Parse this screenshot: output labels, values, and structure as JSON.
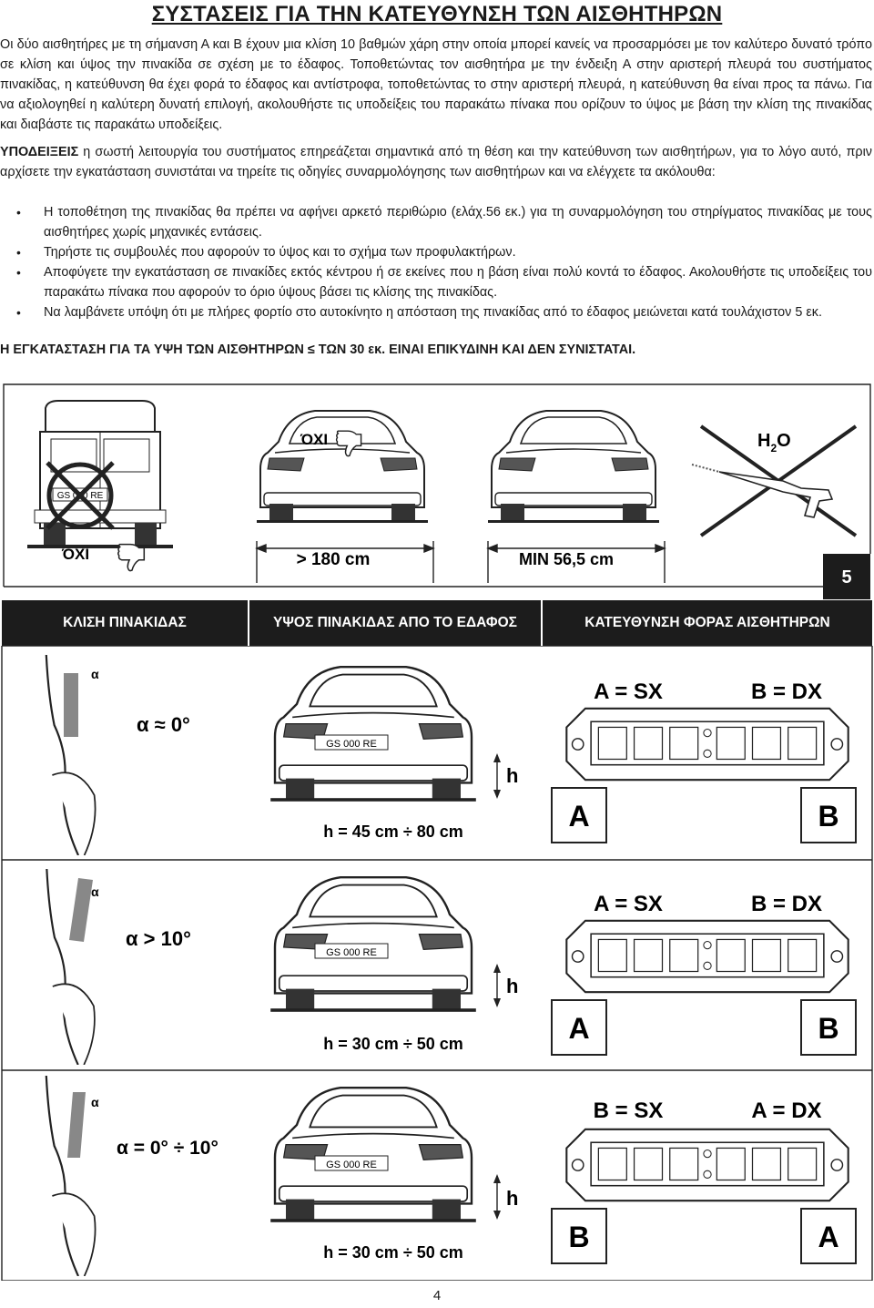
{
  "title": "ΣΥΣΤΑΣΕΙΣ ΓΙΑ ΤΗΝ ΚΑΤΕΥΘΥΝΣΗ ΤΩΝ ΑΙΣΘΗΤΗΡΩΝ",
  "intro": "Οι δύο αισθητήρες με τη σήμανση Α και Β έχουν μια κλίση 10 βαθμών χάρη στην οποία μπορεί κανείς να προσαρμόσει με τον καλύτερο δυνατό τρόπο σε κλίση και ύψος την πινακίδα σε σχέση με το έδαφος. Τοποθετώντας τον αισθητήρα με την ένδειξη Α στην αριστερή πλευρά του συστήματος πινακίδας, η κατεύθυνση θα έχει φορά το έδαφος και αντίστροφα, τοποθετώντας το στην αριστερή πλευρά, η κατεύθυνση θα είναι προς τα πάνω. Για να αξιολογηθεί η καλύτερη δυνατή επιλογή, ακολουθήστε τις υποδείξεις του παρακάτω πίνακα που ορίζουν το ύψος με βάση την κλίση της πινακίδας και διαβάστε τις παρακάτω υποδείξεις.",
  "hints_label": "ΥΠΟΔΕΙΞΕΙΣ",
  "hints_text": " η σωστή λειτουργία του συστήματος επηρεάζεται σημαντικά από τη θέση και την κατεύθυνση των αισθητήρων, για το λόγο αυτό, πριν αρχίσετε την εγκατάσταση συνιστάται να τηρείτε τις οδηγίες συναρμολόγησης των αισθητήρων και να ελέγχετε τα ακόλουθα:",
  "bullets": [
    "Η τοποθέτηση της πινακίδας θα πρέπει να αφήνει αρκετό περιθώριο (ελάχ.56 εκ.) για τη συναρμολόγηση του στηρίγματος πινακίδας με τους αισθητήρες χωρίς μηχανικές εντάσεις.",
    "Τηρήστε τις συμβουλές που αφορούν το ύψος και το σχήμα των προφυλακτήρων.",
    "Αποφύγετε την εγκατάσταση σε πινακίδες εκτός κέντρου ή σε εκείνες που η βάση είναι πολύ κοντά το έδαφος. Ακολουθήστε τις υποδείξεις του παρακάτω πίνακα που αφορούν το όριο ύψους βάσει τις κλίσης της πινακίδας.",
    "Να λαμβάνετε υπόψη ότι με πλήρες φορτίο στο αυτοκίνητο η απόσταση της πινακίδας από το έδαφος μειώνεται κατά τουλάχιστον 5 εκ."
  ],
  "warning": "Η ΕΓΚΑΤΑΣΤΑΣΗ ΓΙΑ ΤΑ ΥΨΗ ΤΩΝ ΑΙΣΘΗΤΗΡΩΝ ≤ ΤΩΝ 30 εκ. ΕΙΝΑΙ ΕΠΙΚΥΔΙΝΗ ΚΑΙ ΔΕΝ ΣΥΝΙΣΤΑΤΑΙ.",
  "top_figure": {
    "no_label_1": "ΌΧΙ",
    "no_label_2": "ΌΧΙ",
    "h2o_h": "H",
    "h2o_sub": "2",
    "h2o_o": "O",
    "height_label": "> 180 cm",
    "min_label": "MIN 56,5 cm",
    "plate_text": "GS 000 RE",
    "badge": "5"
  },
  "table": {
    "headers": [
      "ΚΛΙΣΗ ΠΙΝΑΚΙΔΑΣ",
      "ΥΨΟΣ ΠΙΝΑΚΙΔΑΣ ΑΠΟ ΤΟ ΕΔΑΦΟΣ",
      "ΚΑΤΕΥΘΥΝΣΗ ΦΟΡΑΣ ΑΙΣΘΗΤΗΡΩΝ"
    ],
    "rows": [
      {
        "alpha": "α",
        "angle": "α ≈ 0°",
        "plate": "GS 000 RE",
        "h": "h",
        "height": "h = 45 cm ÷ 80 cm",
        "left_eq": "A = SX",
        "right_eq": "B = DX",
        "left_letter": "A",
        "right_letter": "B"
      },
      {
        "alpha": "α",
        "angle": "α > 10°",
        "plate": "GS 000 RE",
        "h": "h",
        "height": "h = 30 cm ÷ 50 cm",
        "left_eq": "A = SX",
        "right_eq": "B = DX",
        "left_letter": "A",
        "right_letter": "B"
      },
      {
        "alpha": "α",
        "angle": "α = 0° ÷ 10°",
        "plate": "GS 000 RE",
        "h": "h",
        "height": "h = 30 cm ÷ 50 cm",
        "left_eq": "B = SX",
        "right_eq": "A = DX",
        "left_letter": "B",
        "right_letter": "A"
      }
    ]
  },
  "page_number": "4"
}
